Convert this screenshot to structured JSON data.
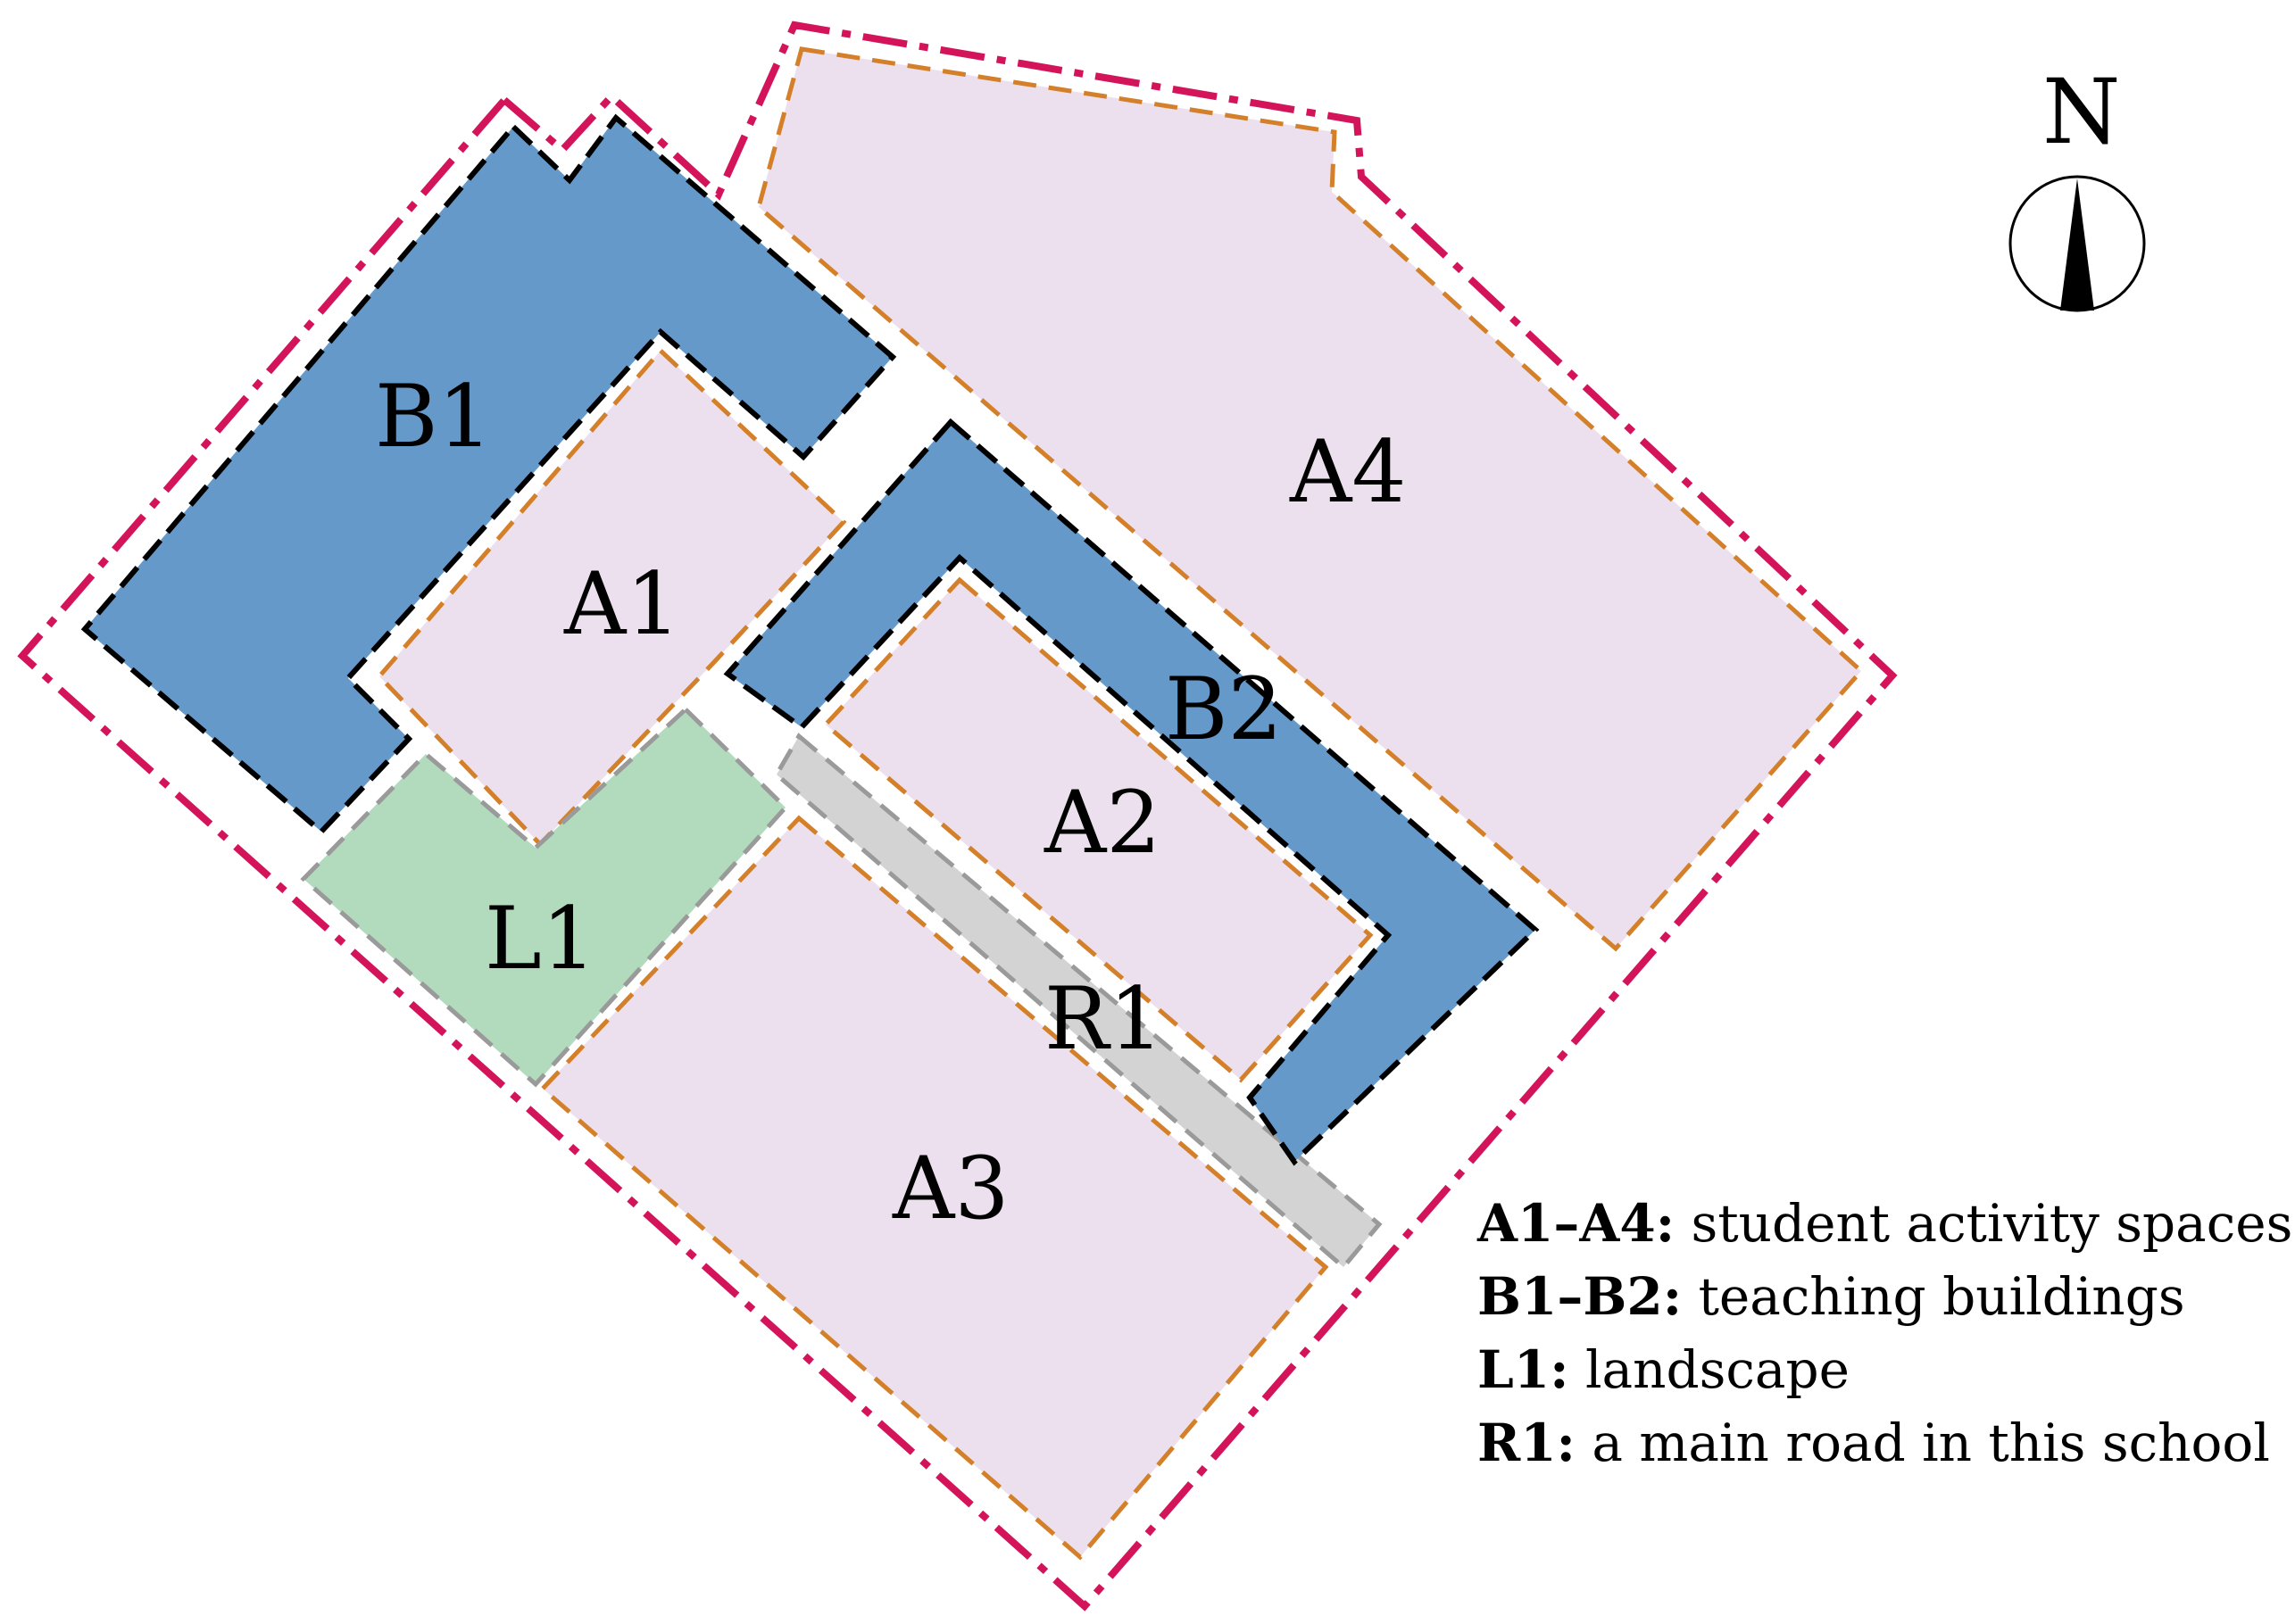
{
  "colors": {
    "boundary": "#d4145a",
    "activity_fill": "#ede0ee",
    "activity_stroke": "#d4802a",
    "building_fill": "#6499c9",
    "building_stroke": "#000000",
    "landscape_fill": "#b2dabd",
    "road_fill": "#d3d3d3",
    "gray_stroke": "#9a9a9a"
  },
  "zones": {
    "a1": "A1",
    "a2": "A2",
    "a3": "A3",
    "a4": "A4",
    "b1": "B1",
    "b2": "B2",
    "l1": "L1",
    "r1": "R1"
  },
  "compass": {
    "label": "N",
    "icon": "north-arrow-icon"
  },
  "legend": [
    {
      "key": "A1–A4:",
      "text": " student activity spaces"
    },
    {
      "key": "B1–B2:",
      "text": " teaching buildings"
    },
    {
      "key": "L1:",
      "text": " landscape"
    },
    {
      "key": "R1:",
      "text": " a main road in this school"
    }
  ]
}
